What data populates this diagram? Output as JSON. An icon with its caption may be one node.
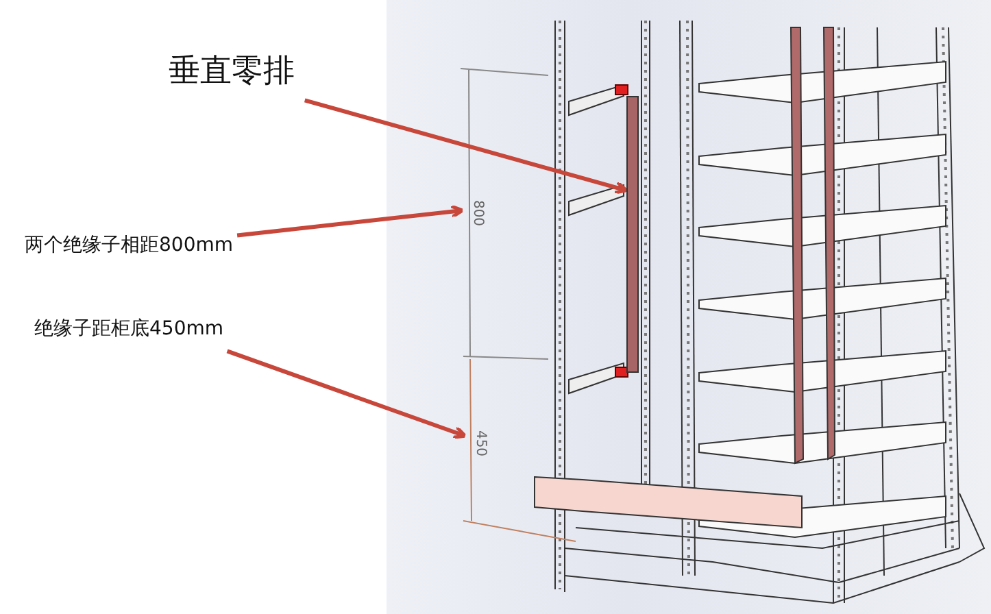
{
  "diagram": {
    "nodes": [
      {
        "text": [
          "垂直零排"
        ]
      },
      {
        "text": [
          "两个绝缘子相距800mm"
        ]
      },
      {
        "text": [
          "绝缘子距柜底450mm"
        ]
      },
      {
        "text": [],
        "shape": "bar"
      },
      {
        "text": [
          "800"
        ]
      },
      {
        "text": [
          "450"
        ]
      }
    ],
    "edges": [
      {
        "from": 0,
        "to": 3,
        "arrow": "to"
      },
      {
        "from": 1,
        "to": 4,
        "arrow": "to"
      },
      {
        "from": 2,
        "to": 5,
        "arrow": "to"
      }
    ]
  }
}
